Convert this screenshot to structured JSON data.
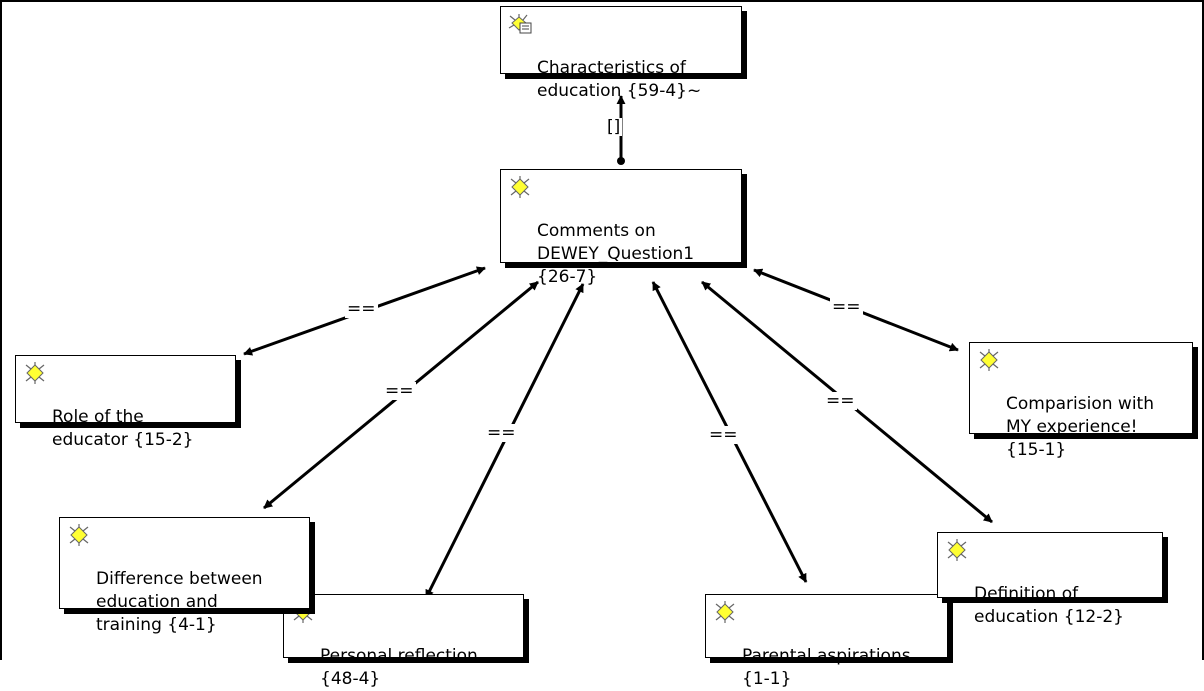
{
  "nodes": {
    "characteristics": {
      "text": "Characteristics of\neducation {59-4}~",
      "icon": "memo-code-icon"
    },
    "comments": {
      "text": "Comments on\nDEWEY_Question1\n{26-7}",
      "icon": "code-icon"
    },
    "role": {
      "text": "Role of the\neducator {15-2}",
      "icon": "code-icon"
    },
    "comparision": {
      "text": "Comparision with\nMY experience!\n{15-1}",
      "icon": "code-icon"
    },
    "difference": {
      "text": "Difference between\neducation and\ntraining {4-1}",
      "icon": "code-icon"
    },
    "personal": {
      "text": "Personal reflection\n{48-4}",
      "icon": "code-icon"
    },
    "parental": {
      "text": "Parental aspirations\n{1-1}",
      "icon": "code-icon"
    },
    "definition": {
      "text": "Definition of\neducation {12-2}",
      "icon": "code-icon"
    }
  },
  "edge_labels": {
    "comments_to_characteristics": "[]",
    "role": "==",
    "comparision": "==",
    "difference": "==",
    "personal": "==",
    "parental": "==",
    "definition": "=="
  },
  "colors": {
    "icon_fill": "#ffff33",
    "icon_stroke": "#666666",
    "line": "#000000"
  }
}
